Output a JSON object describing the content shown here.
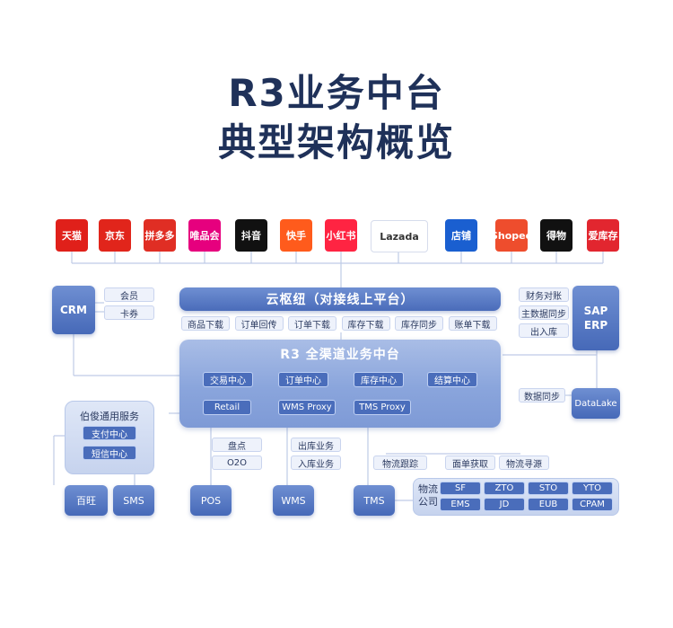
{
  "title": {
    "line1": "R3业务中台",
    "line2": "典型架构概览"
  },
  "channels": [
    {
      "label": "天猫",
      "color": "#e0201a"
    },
    {
      "label": "京东",
      "color": "#e1251b"
    },
    {
      "label": "拼多多",
      "color": "#e02e24"
    },
    {
      "label": "唯品会",
      "color": "#e6007e"
    },
    {
      "label": "抖音",
      "color": "#111111"
    },
    {
      "label": "快手",
      "color": "#ff5b1c"
    },
    {
      "label": "小红书",
      "color": "#ff2442"
    },
    {
      "label": "Lazada",
      "color": "#ffffff"
    },
    {
      "label": "店铺",
      "color": "#1a5fd0"
    },
    {
      "label": "Shopee",
      "color": "#ee4d2d"
    },
    {
      "label": "得物",
      "color": "#111111"
    },
    {
      "label": "爱库存",
      "color": "#e2262f"
    }
  ],
  "crm": {
    "label": "CRM",
    "items": [
      "会员",
      "卡券"
    ]
  },
  "yunshuniu": {
    "label": "云枢纽（对接线上平台）",
    "functions": [
      "商品下载",
      "订单回传",
      "订单下载",
      "库存下载",
      "库存同步",
      "账单下载"
    ]
  },
  "sap": {
    "label_line1": "SAP",
    "label_line2": "ERP",
    "items": [
      "财务对账",
      "主数据同步",
      "出入库"
    ]
  },
  "core": {
    "label": "R3 全渠道业务中台",
    "row1": [
      "交易中心",
      "订单中心",
      "库存中心",
      "结算中心"
    ],
    "row2": [
      "Retail",
      "WMS Proxy",
      "TMS Proxy"
    ]
  },
  "datalake": {
    "label": "DataLake",
    "sync": "数据同步"
  },
  "boyun": {
    "label": "伯俊通用服务",
    "items": [
      "支付中心",
      "短信中心"
    ]
  },
  "bottom": {
    "baiwang": "百旺",
    "sms": "SMS",
    "pos": "POS",
    "pos_items": [
      "盘点",
      "O2O"
    ],
    "wms": "WMS",
    "wms_items": [
      "出库业务",
      "入库业务"
    ],
    "tms": "TMS",
    "tms_items": [
      "物流跟踪",
      "面单获取",
      "物流寻源"
    ]
  },
  "logistics": {
    "label_line1": "物流",
    "label_line2": "公司",
    "carriers": [
      "SF",
      "ZTO",
      "STO",
      "YTO",
      "EMS",
      "JD",
      "EUB",
      "CPAM"
    ]
  }
}
